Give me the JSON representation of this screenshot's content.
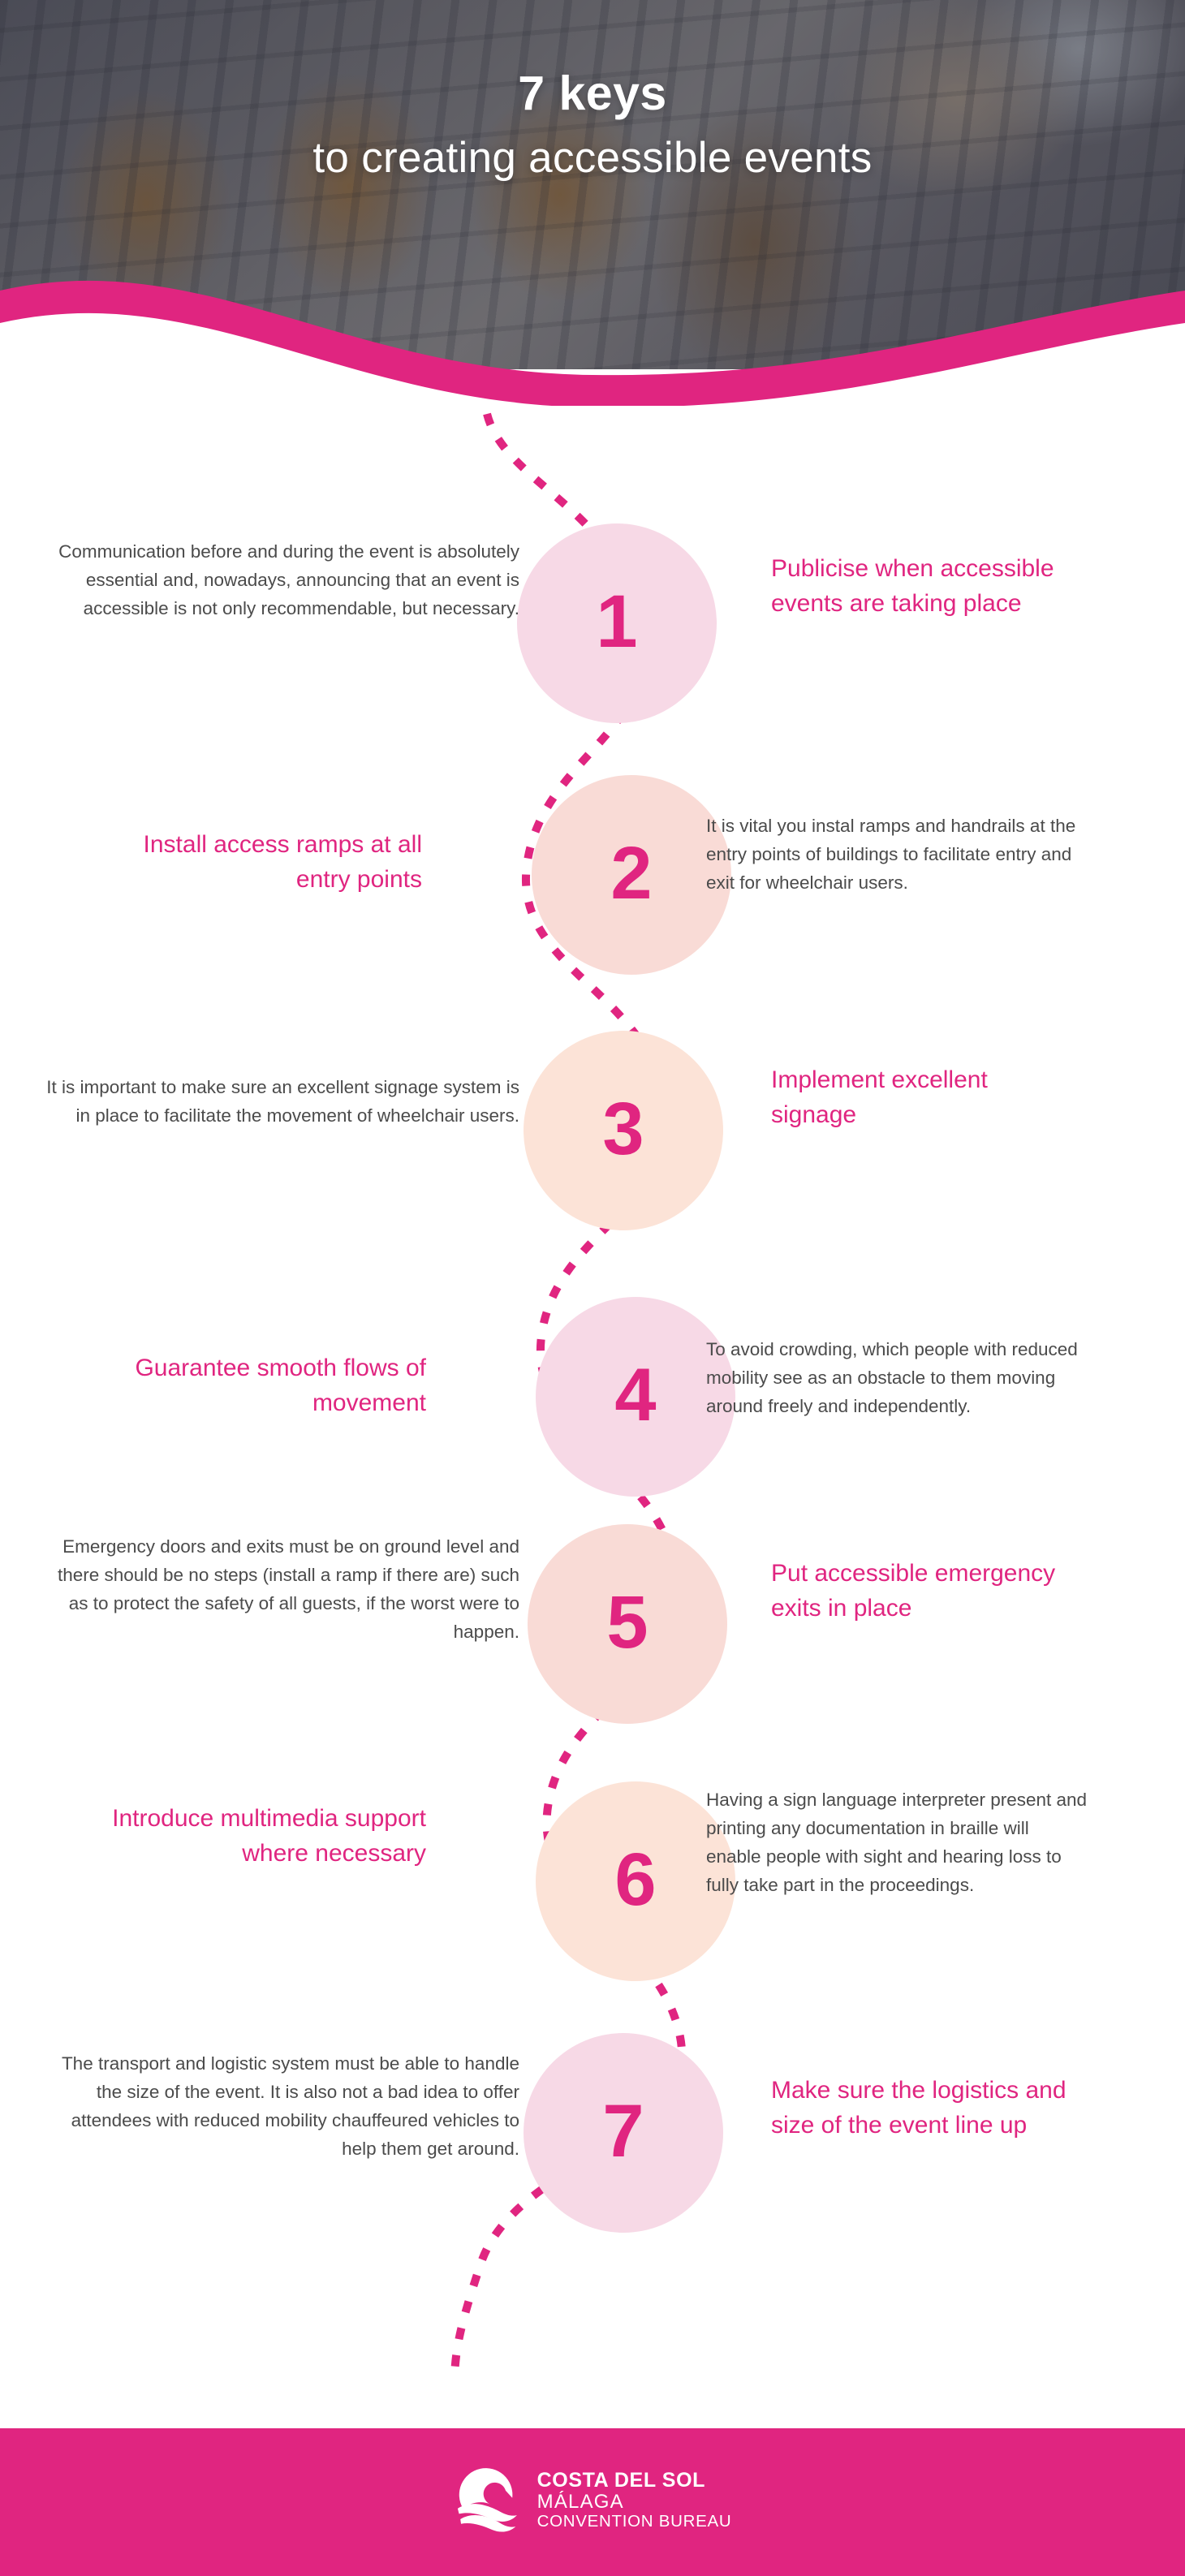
{
  "header": {
    "title": "7 keys",
    "subtitle": "to creating accessible events",
    "photo_alt": "conference-audience-seated-in-chairs"
  },
  "colors": {
    "brand_pink": "#E02580",
    "bubble_pink_light": "#F7D9E6",
    "bubble_salmon": "#F9DBD6",
    "bubble_peach": "#FCE3D7",
    "body_text": "#4b4b4b",
    "footer_bg": "#E02580"
  },
  "steps": [
    {
      "number": "1",
      "headline": "Publicise when accessible events are taking place",
      "description": "Communication before and during the event is absolutely essential and, nowadays, announcing that an event is accessible is not only recommendable, but necessary.",
      "headline_side": "right",
      "bubble_color": "#F7D9E6"
    },
    {
      "number": "2",
      "headline": "Install access ramps at all entry points",
      "description": "It is vital you instal ramps and handrails at the entry points of buildings to facilitate entry and exit for wheelchair users.",
      "headline_side": "left",
      "bubble_color": "#F9DBD6"
    },
    {
      "number": "3",
      "headline": "Implement excellent signage",
      "description": "It is important to make sure an excellent signage system is in place to facilitate the movement of wheelchair users.",
      "headline_side": "right",
      "bubble_color": "#FCE3D7"
    },
    {
      "number": "4",
      "headline": "Guarantee smooth flows of movement",
      "description": "To avoid crowding, which people with reduced mobility see as an obstacle to them moving around freely and independently.",
      "headline_side": "left",
      "bubble_color": "#F7D9E6"
    },
    {
      "number": "5",
      "headline": "Put accessible emergency exits in place",
      "description": "Emergency doors and exits must be on ground level and there should be no steps (install a ramp if there are) such as to protect the safety of all guests, if the worst were to happen.",
      "headline_side": "right",
      "bubble_color": "#F9DBD6"
    },
    {
      "number": "6",
      "headline": "Introduce multimedia support where necessary",
      "description": "Having a sign language interpreter present and printing any documentation in braille will enable people with sight and hearing loss to fully take part in the proceedings.",
      "headline_side": "left",
      "bubble_color": "#FCE3D7"
    },
    {
      "number": "7",
      "headline": "Make sure the logistics and size of the event line up",
      "description": "The transport and logistic system must be able to handle the size of the event. It is also not a bad idea to offer attendees with reduced mobility chauffeured vehicles to help them get around.",
      "headline_side": "right",
      "bubble_color": "#F7D9E6"
    }
  ],
  "footer": {
    "logo_icon": "costa-del-sol-wave-sun-logo",
    "line1": "COSTA DEL SOL",
    "line2": "MÁLAGA",
    "line3": "CONVENTION BUREAU"
  }
}
